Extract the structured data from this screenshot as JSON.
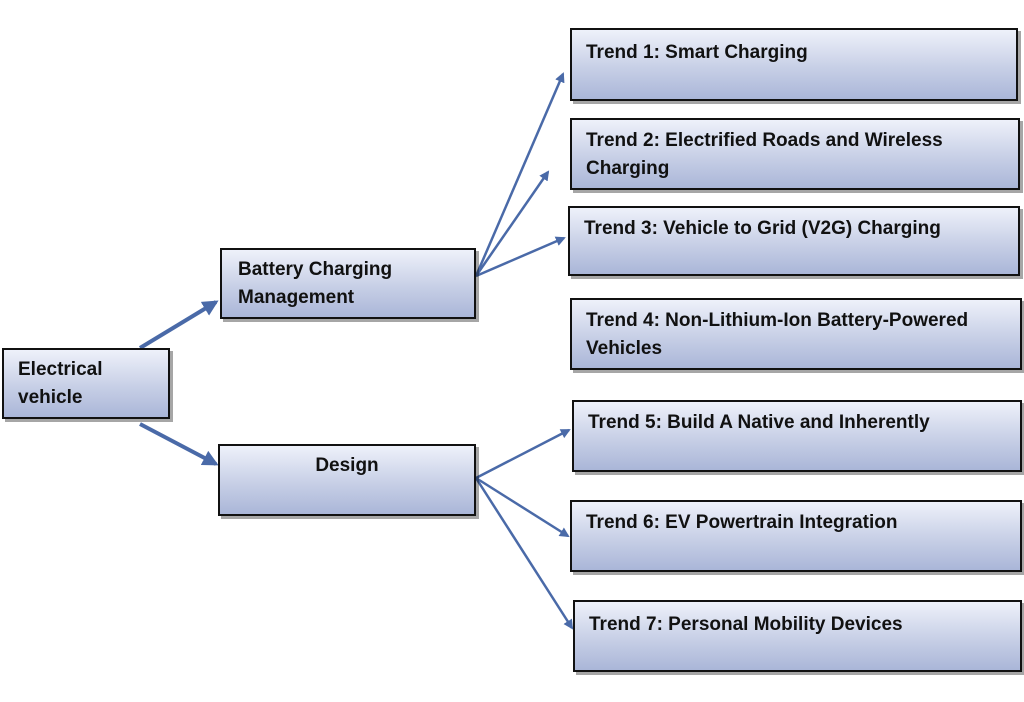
{
  "colors": {
    "box_fill_top": "#eef1fa",
    "box_fill_bottom": "#aab6d8",
    "box_border": "#111111",
    "arrow": "#4a6aa8"
  },
  "nodes": {
    "root": "Electrical vehicle",
    "battery": "Battery Charging Management",
    "design": "Design",
    "trend1": "Trend 1: Smart Charging",
    "trend2": "Trend 2: Electrified Roads and Wireless Charging",
    "trend3": "Trend 3: Vehicle to Grid (V2G) Charging",
    "trend4": "Trend 4: Non-Lithium-Ion Battery-Powered Vehicles",
    "trend5": "Trend 5: Build A Native and Inherently",
    "trend6": "Trend 6: EV Powertrain Integration",
    "trend7": "Trend 7: Personal Mobility Devices"
  }
}
